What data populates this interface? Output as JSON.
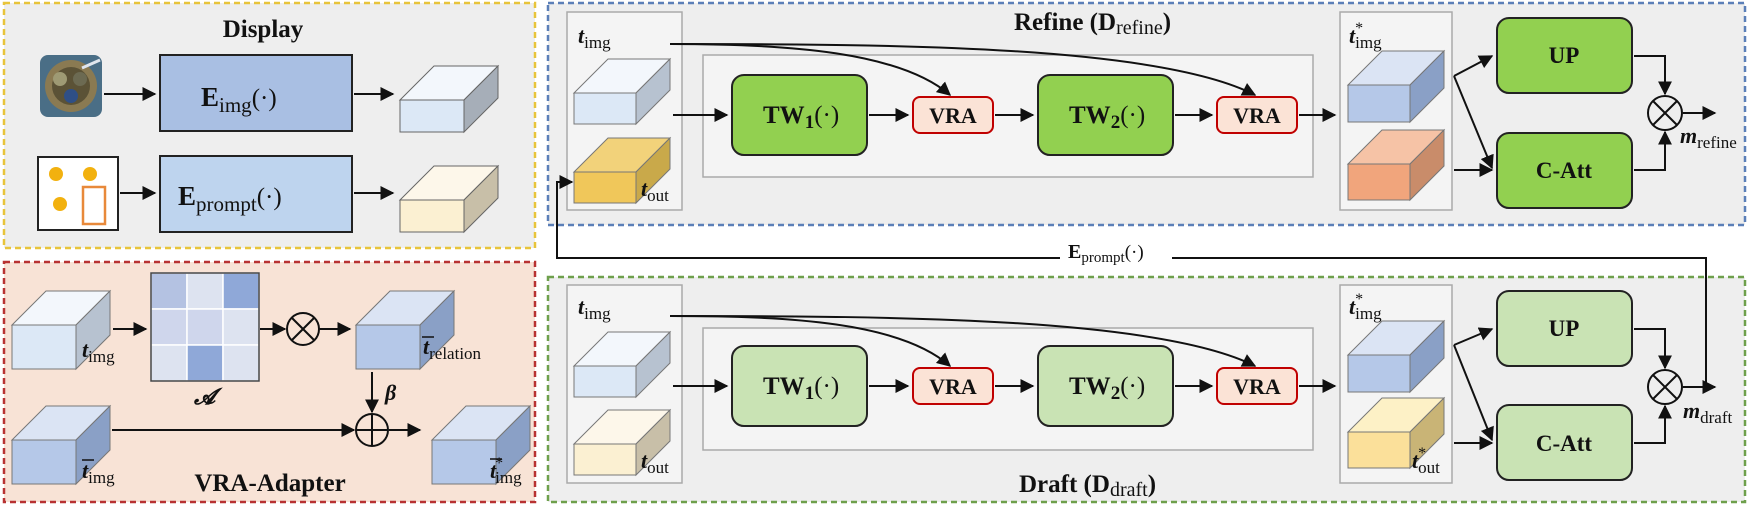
{
  "panels": {
    "display": {
      "title": "Display"
    },
    "adapter": {
      "title": "VRA-Adapter"
    },
    "refine": {
      "title": "Refine (",
      "sym": "D",
      "sub": "refine",
      "close": ")"
    },
    "draft": {
      "title": "Draft (",
      "sym": "D",
      "sub": "draft",
      "close": ")"
    }
  },
  "encoders": {
    "img": {
      "main": "E",
      "sub": "img",
      "arg": "(·)"
    },
    "prompt": {
      "main": "E",
      "sub": "prompt",
      "arg": "(·)"
    }
  },
  "tokens": {
    "t": "t",
    "img": "img",
    "out": "out",
    "star": "*",
    "relation": "relation"
  },
  "blocks": {
    "tw1": {
      "main": "TW",
      "sub": "1",
      "arg": "(·)"
    },
    "tw2": {
      "main": "TW",
      "sub": "2",
      "arg": "(·)"
    },
    "vra": "VRA",
    "up": "UP",
    "catt": "C-Att"
  },
  "symbols": {
    "matrix": "𝓐",
    "beta": "β",
    "times": "⊗",
    "plus": "⊕"
  },
  "outputs": {
    "m": "m",
    "refine": "refine",
    "draft": "draft"
  },
  "link_label": {
    "main": "E",
    "sub": "prompt",
    "arg": "(·)"
  },
  "colors": {
    "display_border": "#e8c43a",
    "adapter_border": "#b83232",
    "adapter_bg": "#f8e3d6",
    "refine_border": "#5b7fb8",
    "draft_border": "#6ea04c",
    "panel_bg": "#eeeeee",
    "green_dark": "#92d050",
    "green_light": "#c9e3b4",
    "vra_fill": "#fbe3d6",
    "vra_border": "#c00000",
    "enc_img": "#a9bfe3",
    "enc_prompt": "#bed4ee"
  }
}
